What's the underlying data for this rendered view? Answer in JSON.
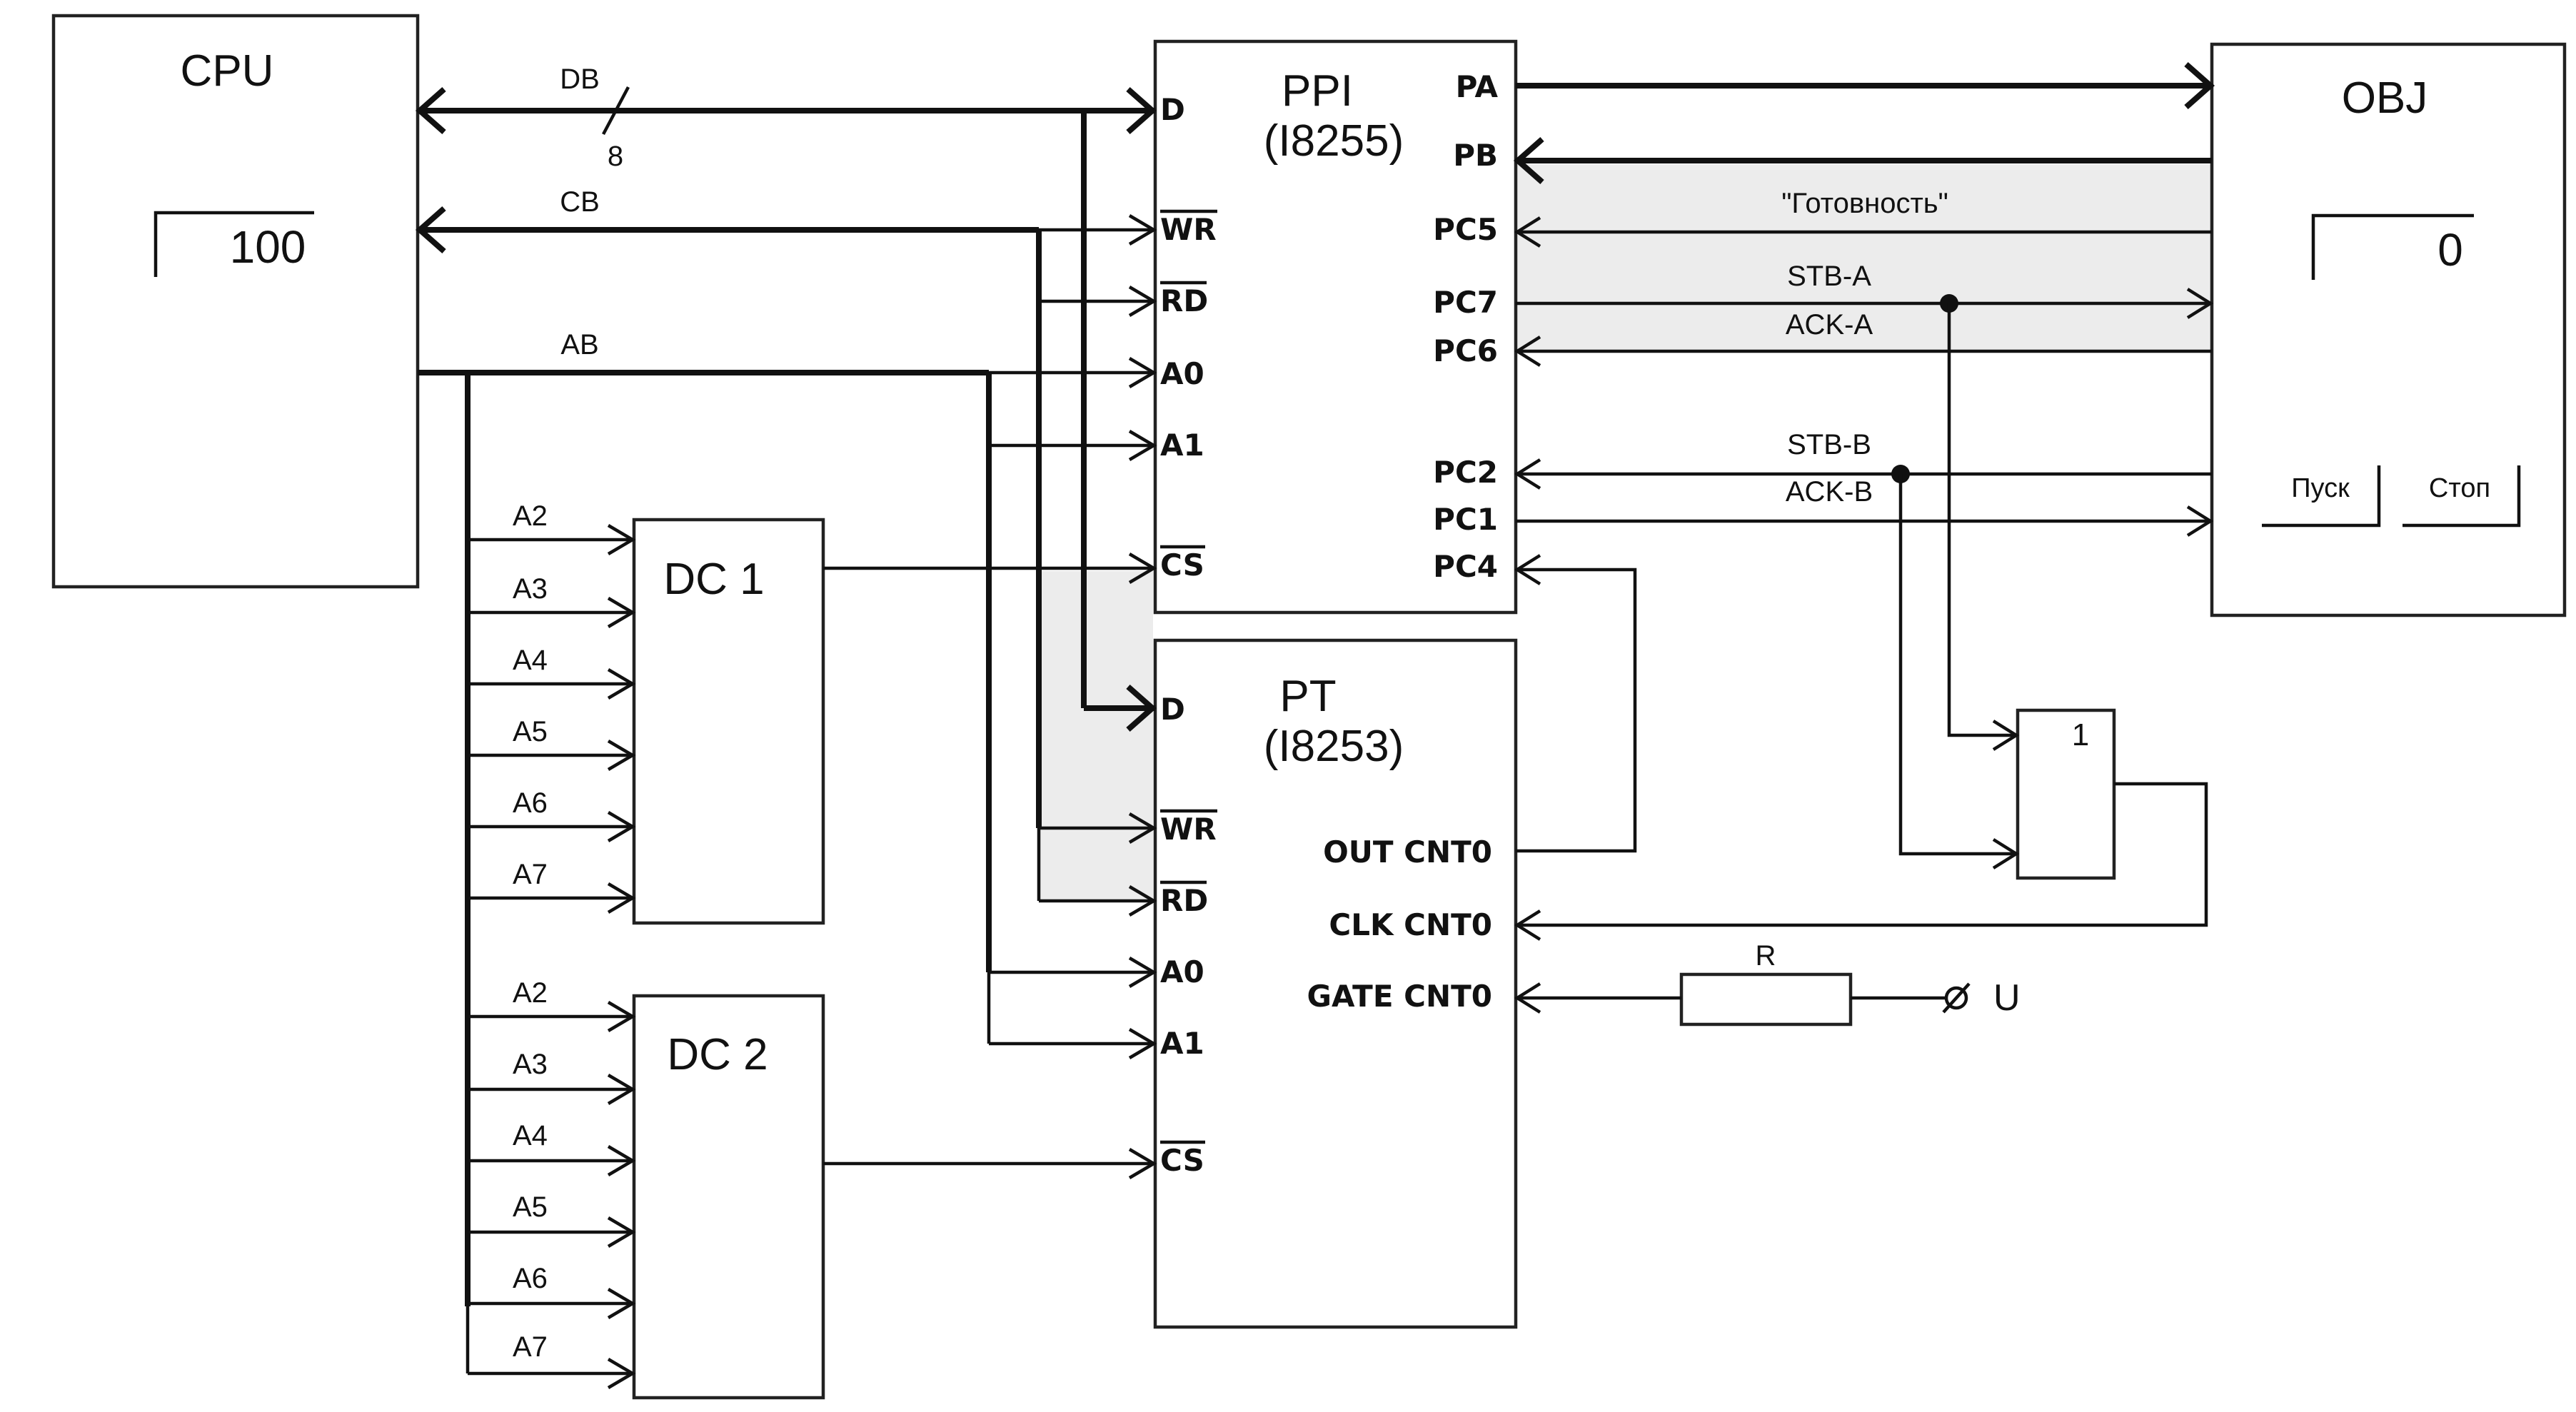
{
  "cpu": {
    "title": "CPU",
    "display_value": "100"
  },
  "obj": {
    "title": "OBJ",
    "display_value": "0",
    "start_button": "Пуск",
    "stop_button": "Стоп"
  },
  "ppi": {
    "title": "PPI",
    "chip": "(I8255)",
    "left_pins": [
      "D",
      "WR",
      "RD",
      "A0",
      "A1",
      "CS"
    ],
    "right_pins": [
      "PA",
      "PB",
      "PC5",
      "PC7",
      "PC6",
      "PC2",
      "PC1",
      "PC4"
    ]
  },
  "pt": {
    "title": "PT",
    "chip": "(I8253)",
    "left_pins": [
      "D",
      "WR",
      "RD",
      "A0",
      "A1",
      "CS"
    ],
    "right_pins": [
      "OUT CNT0",
      "CLK CNT0",
      "GATE CNT0"
    ]
  },
  "dc1": {
    "title": "DC 1",
    "inputs": [
      "A2",
      "A3",
      "A4",
      "A5",
      "A6",
      "A7"
    ]
  },
  "dc2": {
    "title": "DC 2",
    "inputs": [
      "A2",
      "A3",
      "A4",
      "A5",
      "A6",
      "A7"
    ]
  },
  "buses": {
    "db": "DB",
    "db_width": "8",
    "cb": "CB",
    "ab": "AB"
  },
  "signals": {
    "ready": "\"Готовность\"",
    "stb_a": "STB-A",
    "ack_a": "ACK-A",
    "stb_b": "STB-B",
    "ack_b": "ACK-B"
  },
  "or_gate": {
    "label": "1"
  },
  "resistor": {
    "label": "R"
  },
  "supply": {
    "label": "U"
  }
}
